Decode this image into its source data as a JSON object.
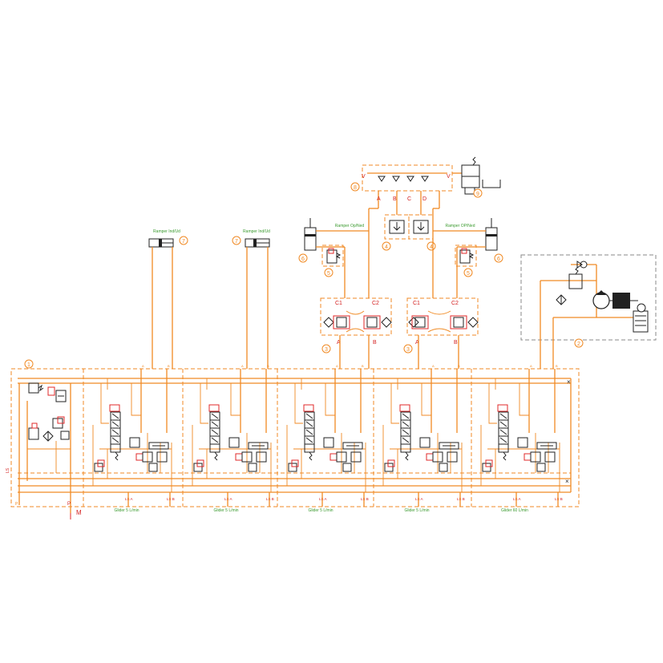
{
  "colors": {
    "hydraulic_line": "#f08a24",
    "component": "#222222",
    "highlight": "#e0282a",
    "label_green": "#3a9a2e",
    "label_red": "#d42020",
    "enclosure": "#8a8a8a"
  },
  "callouts": {
    "inlet_section": "1",
    "power_unit": "2",
    "check_block_left": "3",
    "check_block_right": "3",
    "selector_left": "4",
    "selector_right": "4",
    "relief_left": "5",
    "relief_right": "5",
    "cylinder_right_1": "6",
    "cylinder_right_2": "6",
    "cylinder_top_1": "7",
    "cylinder_top_2": "7",
    "manifold": "8",
    "solenoid_valve": "9"
  },
  "cylinders": {
    "top_1": "Ramper Ind/Ud",
    "top_2": "Ramper Ind/Ud",
    "side_left": "Ramper Op/Ned",
    "side_right": "Ramper OP/Ned"
  },
  "check_blocks": {
    "left": {
      "c1": "C1",
      "c2": "C2",
      "a": "A",
      "b": "B"
    },
    "right": {
      "c1": "C1",
      "c2": "C2",
      "a": "A",
      "b": "B"
    }
  },
  "manifold_ports": {
    "v_left": "V",
    "v_right": "V",
    "a": "A",
    "b": "B",
    "c": "C",
    "d": "D"
  },
  "sections": [
    {
      "label": "Glider 5 L/min",
      "port_a": "LS A",
      "port_b": "LS B",
      "top_a": "A",
      "top_b": "B"
    },
    {
      "label": "Glider 5 L/min",
      "port_a": "LS A",
      "port_b": "LS B",
      "top_a": "A",
      "top_b": "B"
    },
    {
      "label": "Glider 5 L/min",
      "port_a": "LS A",
      "port_b": "LS B",
      "top_a": "A",
      "top_b": "B"
    },
    {
      "label": "Glider 5 L/min",
      "port_a": "LS A",
      "port_b": "LS B",
      "top_a": "A",
      "top_b": "B"
    },
    {
      "label": "Glider 60 L/min",
      "port_a": "LS A",
      "port_b": "LS B",
      "top_a": "A",
      "top_b": "B"
    }
  ],
  "inlet": {
    "port_p": "P",
    "port_m": "M"
  }
}
